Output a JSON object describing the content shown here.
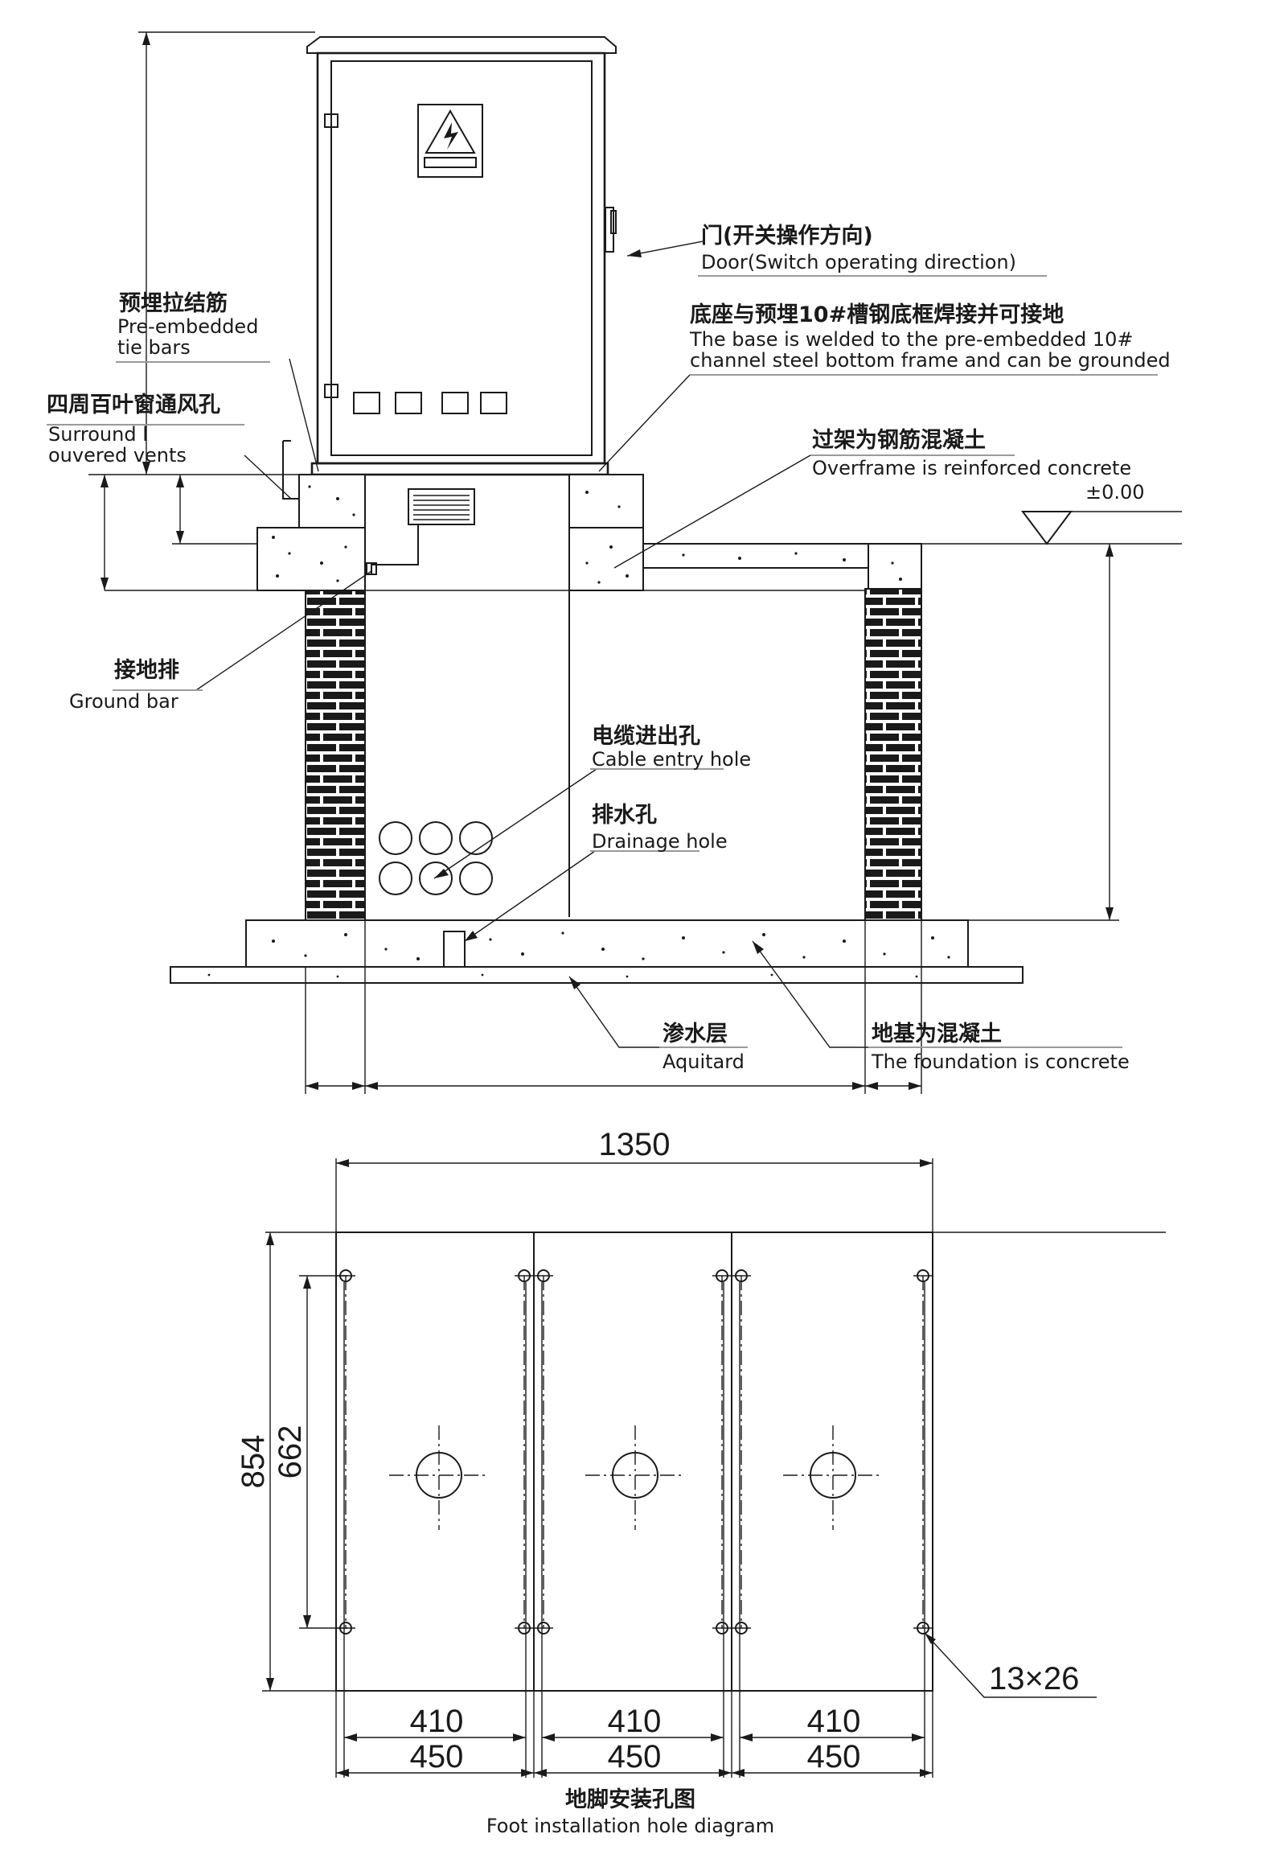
{
  "labels": {
    "door_cn": "门(开关操作方向)",
    "door_en": "Door(Switch operating direction)",
    "tie_cn": "预埋拉结筋",
    "tie_en1": "Pre-embedded",
    "tie_en2": "tie bars",
    "vents_cn": "四周百叶窗通风孔",
    "vents_en1": "Surround l",
    "vents_en2": "ouvered vents",
    "base_cn": "底座与预埋10#槽钢底框焊接并可接地",
    "base_en1": "The base is welded to the pre-embedded 10#",
    "base_en2": "channel steel bottom frame and can be grounded",
    "overframe_cn": "过架为钢筋混凝土",
    "overframe_en": "Overframe is reinforced concrete",
    "level": "±0.00",
    "ground_cn": "接地排",
    "ground_en": "Ground bar",
    "cable_cn": "电缆进出孔",
    "cable_en": "Cable entry hole",
    "drain_cn": "排水孔",
    "drain_en": "Drainage hole",
    "aquitard_cn": "渗水层",
    "aquitard_en": "Aquitard",
    "foundation_cn": "地基为混凝土",
    "foundation_en": "The foundation is concrete"
  },
  "plan": {
    "width": "1350",
    "depth": "854",
    "hole_span": "662",
    "bay_inner": [
      "410",
      "410",
      "410"
    ],
    "bay_outer": [
      "450",
      "450",
      "450"
    ],
    "slot": "13×26",
    "title_cn": "地脚安装孔图",
    "title_en": "Foot installation hole diagram"
  }
}
